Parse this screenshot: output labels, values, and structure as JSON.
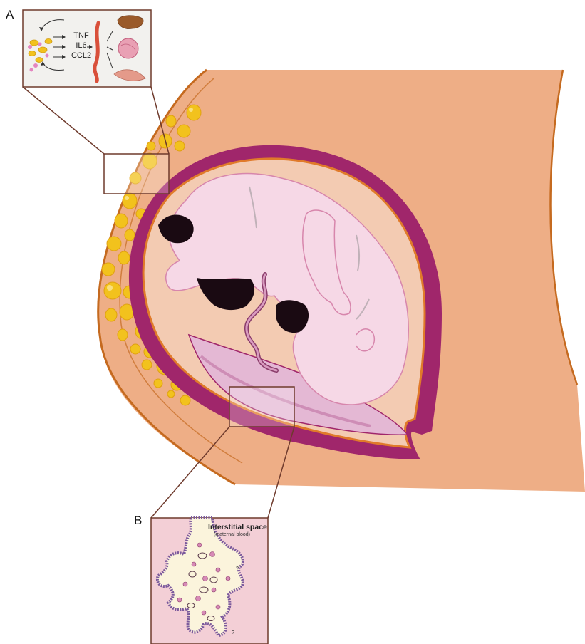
{
  "panels": {
    "a": {
      "letter": "A",
      "cytokines": [
        "TNF",
        "IL6",
        "CCL2"
      ]
    },
    "b": {
      "letter": "B",
      "title": "Interstitial space",
      "subtitle": "(maternal blood)",
      "question_mark": "?"
    }
  },
  "colors": {
    "skin": "#eeae86",
    "skin_outline": "#c56a1f",
    "fat": "#f2c21d",
    "uterus_wall": "#a0266b",
    "amniotic": "#f3cbb2",
    "fetus": "#f6d8e6",
    "fetus_outline": "#d786ac",
    "placenta": "#e4b8d4",
    "callout_line": "#6e3a2c",
    "inset_background": "#f2f1ee"
  }
}
